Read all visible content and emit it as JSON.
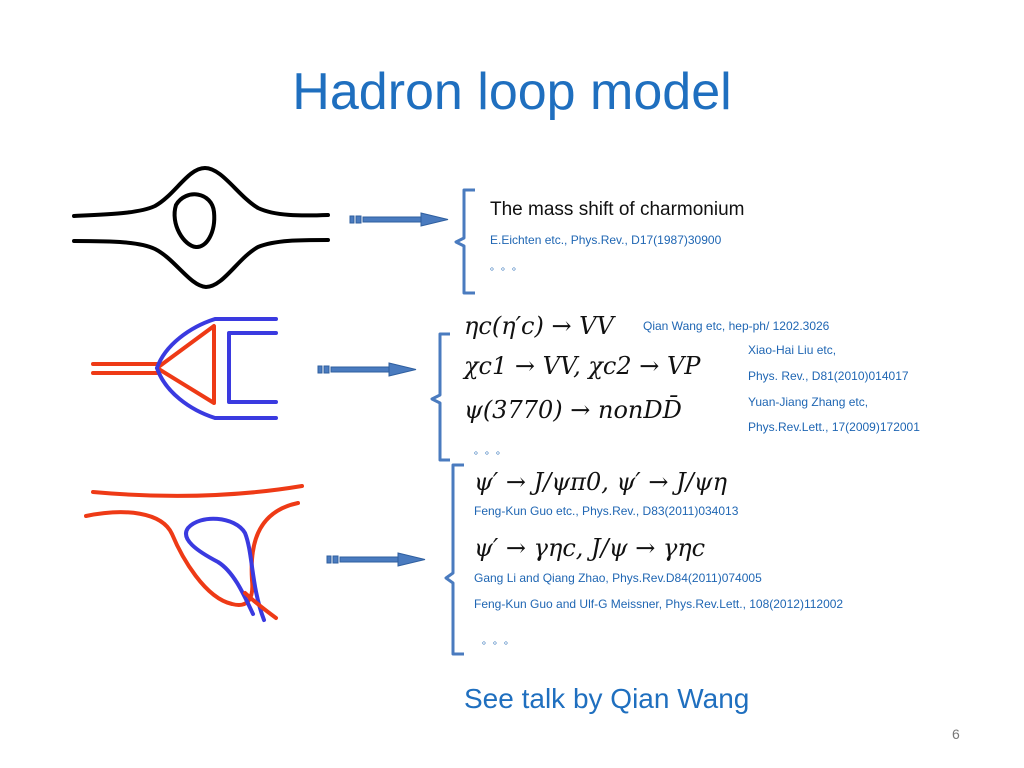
{
  "slide": {
    "title": "Hadron loop model",
    "page_number": "6"
  },
  "section1": {
    "heading": "The mass shift of charmonium",
    "refs": [
      "E.Eichten etc., Phys.Rev., D17(1987)30900"
    ],
    "ellipsis": "。。。"
  },
  "section2": {
    "formulas": [
      "ηc(η′c) → VV",
      "χc1 → VV,  χc2 → VP",
      "ψ(3770) → nonDD̄"
    ],
    "refs": [
      "Qian Wang etc, hep-ph/ 1202.3026",
      "Xiao-Hai Liu etc,",
      "Phys. Rev., D81(2010)014017",
      "Yuan-Jiang Zhang etc,",
      "Phys.Rev.Lett., 17(2009)172001"
    ],
    "ellipsis": "。。。"
  },
  "section3": {
    "formulas": [
      "ψ′ → J/ψπ0, ψ′ → J/ψη",
      "ψ′ → γηc, J/ψ → γηc"
    ],
    "refs": [
      "Feng-Kun Guo etc.,  Phys.Rev., D83(2011)034013",
      "Gang Li and Qiang Zhao, Phys.Rev.D84(2011)074005",
      "Feng-Kun Guo and Ulf-G Meissner, Phys.Rev.Lett., 108(2012)112002"
    ],
    "ellipsis": "。。。"
  },
  "footer": {
    "talk": "See talk by Qian Wang"
  },
  "colors": {
    "title": "#1f6fbf",
    "reference": "#1f66b3",
    "red_line": "#ee3a16",
    "blue_line": "#3a3ae0",
    "arrow": "#4a7bbf"
  }
}
